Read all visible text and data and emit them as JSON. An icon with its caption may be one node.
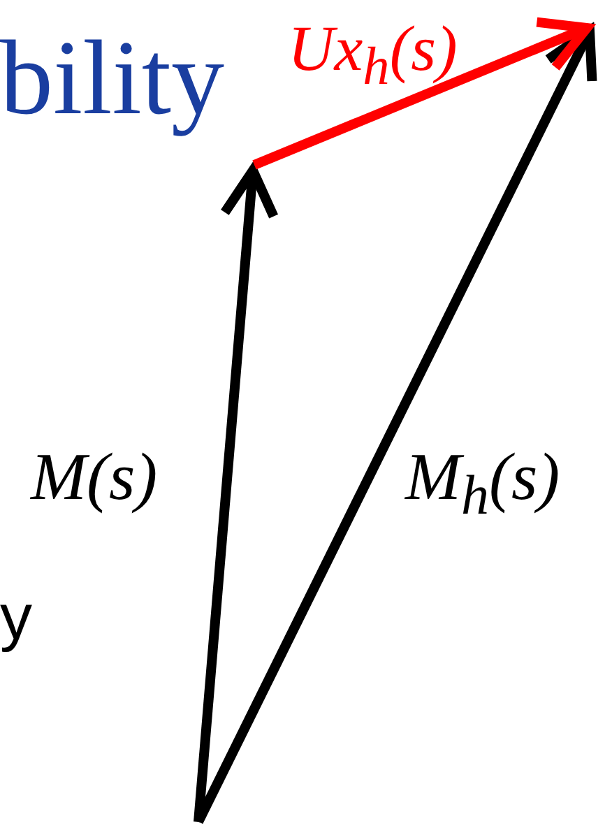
{
  "diagram": {
    "labels": [
      "bility",
      "Ux$_{h}$(s)",
      "M(s)",
      "M$_{h}$(s)",
      "y"
    ]
  }
}
